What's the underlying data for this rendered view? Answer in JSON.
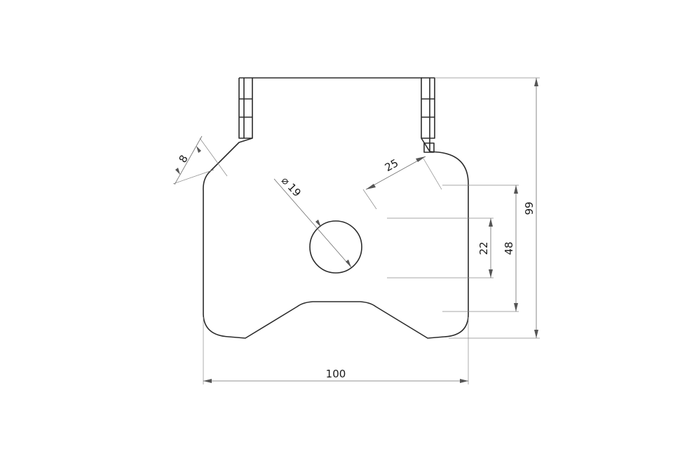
{
  "drawing": {
    "dimensions": {
      "width_overall": "100",
      "height_overall": "99",
      "slot_spacing_outer": "48",
      "slot_spacing_inner": "22",
      "slot_length": "25",
      "slot_width": "8",
      "hole_diameter": "19"
    },
    "symbols": {
      "diameter": "⌀"
    }
  }
}
